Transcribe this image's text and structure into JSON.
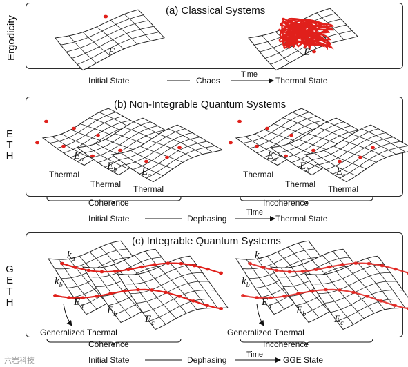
{
  "side_labels": {
    "ergodicity": "Ergodicity",
    "eth": [
      "E",
      "T",
      "H"
    ],
    "geth": [
      "G",
      "E",
      "T",
      "H"
    ]
  },
  "panel_a": {
    "title": "(a) Classical Systems",
    "energy_label": "E",
    "flow": {
      "initial": "Initial State",
      "process": "Chaos",
      "time": "Time",
      "final": "Thermal State"
    }
  },
  "panel_b": {
    "title": "(b) Non-Integrable Quantum Systems",
    "energies": [
      "a",
      "b",
      "c"
    ],
    "thermal": "Thermal",
    "brace_left": "Coherence",
    "brace_right": "Incoherence",
    "flow": {
      "initial": "Initial State",
      "process": "Dephasing",
      "time": "Time",
      "final": "Thermal State"
    }
  },
  "panel_c": {
    "title": "(c) Integrable Quantum Systems",
    "momenta": [
      "a",
      "b"
    ],
    "energies": [
      "a",
      "b",
      "c"
    ],
    "generalized": "Generalized Thermal",
    "brace_left": "Coherence",
    "brace_right": "Incoherence",
    "flow": {
      "initial": "Initial State",
      "process": "Dephasing",
      "time": "Time",
      "final": "GGE State"
    }
  },
  "watermark": "六岩科技",
  "colors": {
    "dot": "#e0201b",
    "line": "#e0201b",
    "grid": "#222222"
  }
}
